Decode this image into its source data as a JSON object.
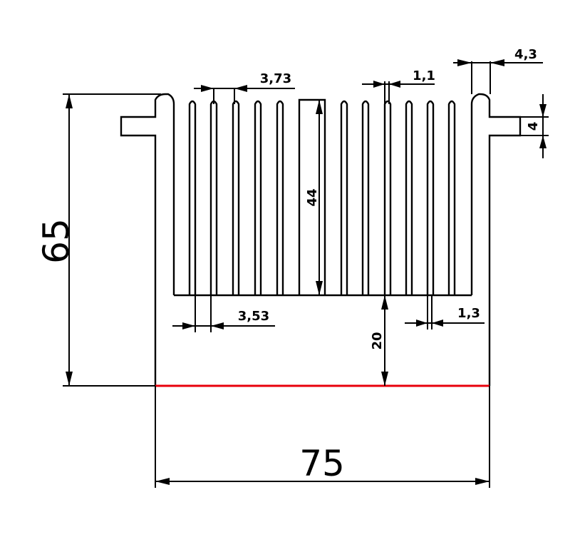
{
  "colors": {
    "outline": "#000000",
    "base_line": "#e8000b",
    "background": "#ffffff"
  },
  "dimensions": {
    "total_height": "65",
    "total_width": "75",
    "fin_height": "44",
    "base_height": "20",
    "fin_gap_top": "3,73",
    "fin_gap_bottom": "3,53",
    "fin_tip": "1,1",
    "fin_root": "1,3",
    "end_wall": "4,3",
    "tab_height": "4"
  }
}
